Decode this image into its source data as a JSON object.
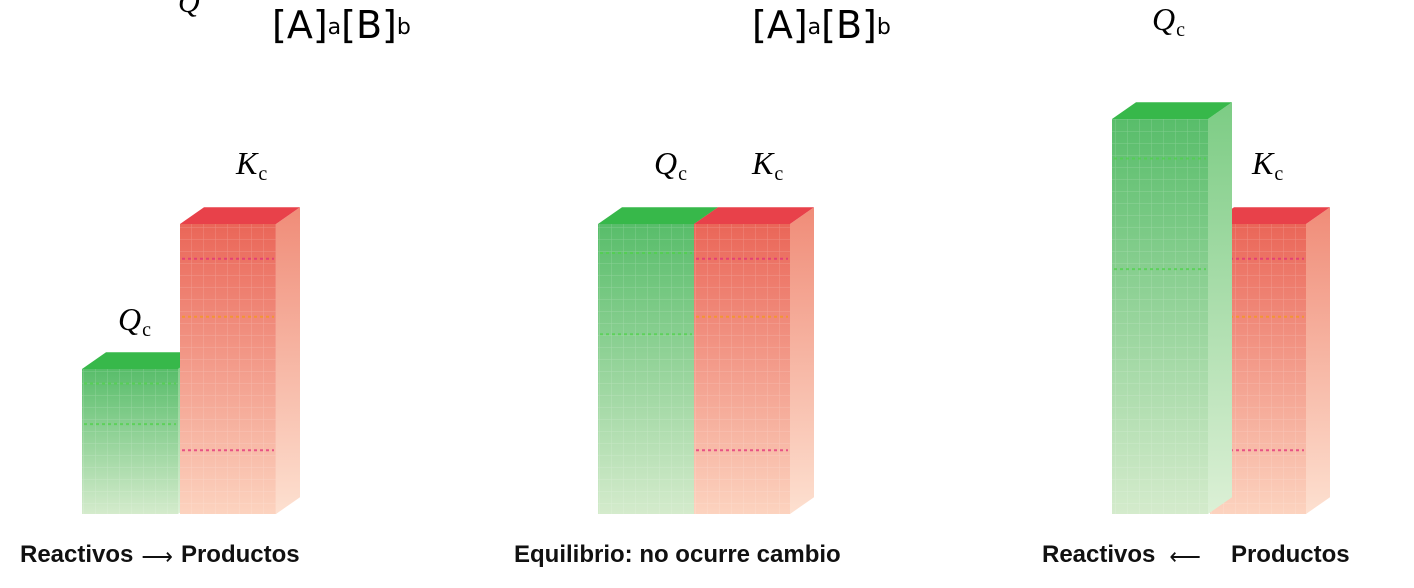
{
  "top_fragment": "Q",
  "formulas": [
    {
      "b1": "[A]",
      "e1": "a",
      "b2": "[B]",
      "e2": "b"
    },
    {
      "b1": "[A]",
      "e1": "a",
      "b2": "[B]",
      "e2": "b"
    }
  ],
  "label_main": {
    "q": "Q",
    "k": "K",
    "sub": "c"
  },
  "panels": [
    {
      "q_level": 0.29,
      "k_level": 0.58,
      "caption_left": "Reactivos",
      "arrow": "⟶",
      "caption_right": "Productos"
    },
    {
      "q_level": 0.58,
      "k_level": 0.58,
      "caption": "Equilibrio: no ocurre cambio"
    },
    {
      "q_level": 0.79,
      "k_level": 0.58,
      "caption_left": "Reactivos",
      "arrow": "⟵",
      "caption_right": "Productos"
    }
  ],
  "colors": {
    "q_top": "#37b84a",
    "q_top_light": "#6fd07a",
    "q_body_top": "#58bd6a",
    "q_body_bottom": "#cfe9c8",
    "k_top": "#e8414a",
    "k_body_top": "#ea6a5c",
    "k_body_bottom": "#fbd0bc",
    "k_side": "#f4a892"
  }
}
